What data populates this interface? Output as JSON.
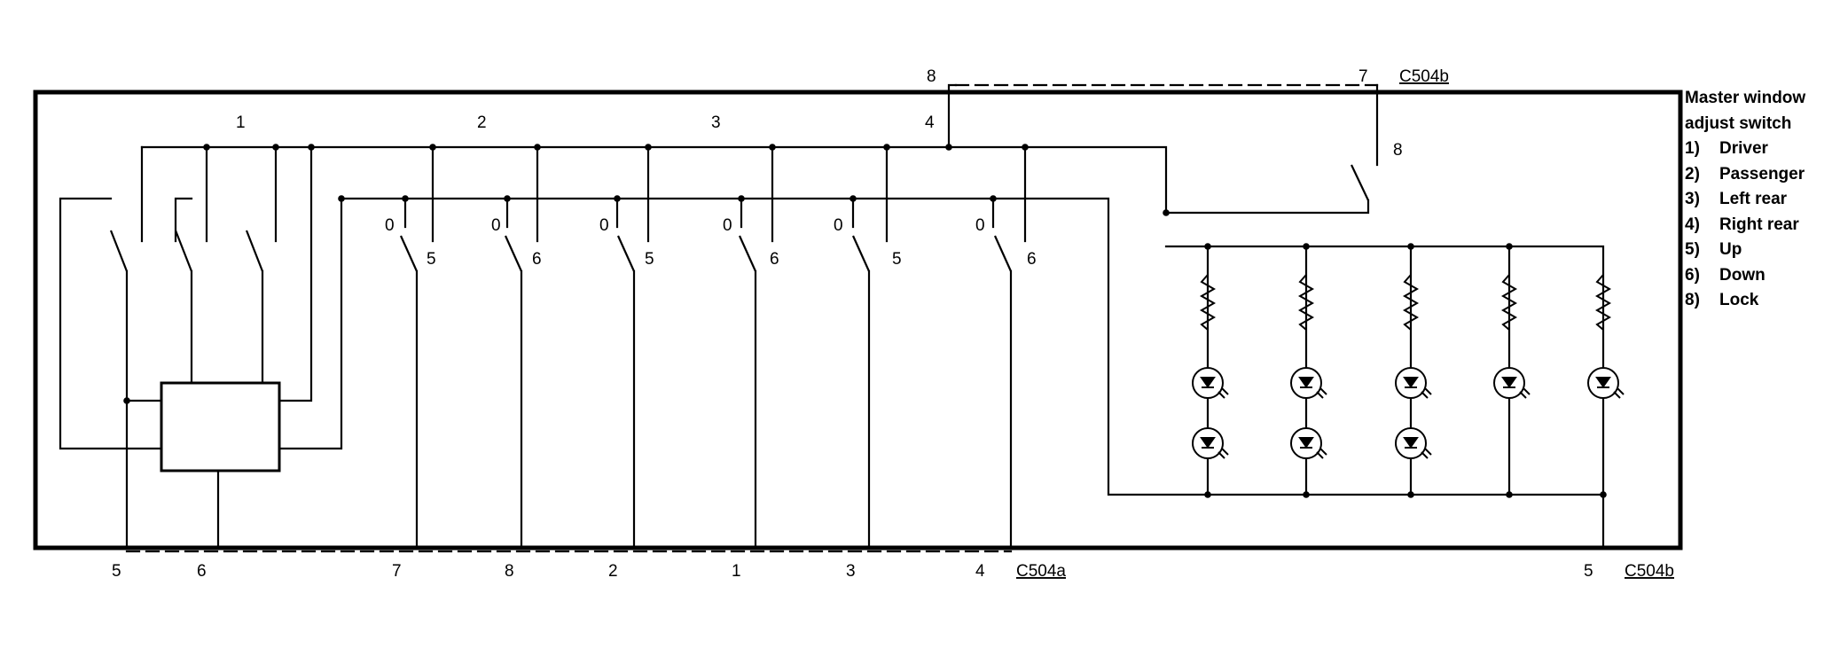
{
  "legend": {
    "title_line1": "Master window",
    "title_line2": "adjust switch",
    "items": [
      {
        "num": "1)",
        "label": "Driver"
      },
      {
        "num": "2)",
        "label": "Passenger"
      },
      {
        "num": "3)",
        "label": "Left rear"
      },
      {
        "num": "4)",
        "label": "Right rear"
      },
      {
        "num": "5)",
        "label": "Up"
      },
      {
        "num": "6)",
        "label": "Down"
      },
      {
        "num": "8)",
        "label": "Lock"
      }
    ]
  },
  "connectors": {
    "c504a": "C504a",
    "c504b_top": "C504b",
    "c504b_bottom": "C504b"
  },
  "top_labels": {
    "sw1": "1",
    "sw2": "2",
    "sw3": "3",
    "sw4": "4",
    "c8": "8",
    "c7": "7",
    "lock8": "8"
  },
  "bottom_pins": {
    "p1": "5",
    "p2": "6",
    "p3": "7",
    "p4": "8",
    "p5": "2",
    "p6": "1",
    "p7": "3",
    "p8": "4",
    "p9": "5"
  },
  "switch_labels": {
    "s1_zero": "0",
    "s1_pos": "5",
    "s2_zero": "0",
    "s2_pos": "6",
    "s3_zero": "0",
    "s3_pos": "5",
    "s4_zero": "0",
    "s4_pos": "6",
    "s5_zero": "0",
    "s5_pos": "5",
    "s6_zero": "0",
    "s6_pos": "6"
  },
  "colors": {
    "line": "#000000",
    "background": "#ffffff"
  }
}
